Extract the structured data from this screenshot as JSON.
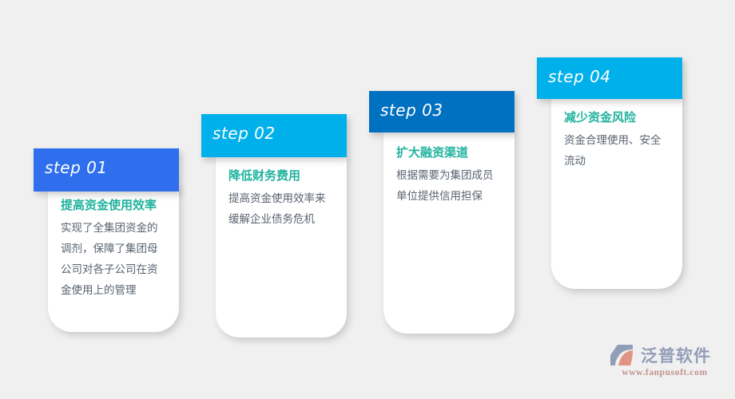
{
  "background_color": "#f0f0f0",
  "theme": {
    "title_color": "#20b39e",
    "body_color": "#5a6472",
    "card_color": "#ffffff"
  },
  "steps": [
    {
      "banner_label": "step 01",
      "banner_color": "#2f6fed",
      "title": "提高资金使用效率",
      "desc": "实现了全集团资金的调剂，保障了集团母公司对各子公司在资金使用上的管理"
    },
    {
      "banner_label": "step 02",
      "banner_color": "#00b0eb",
      "title": "降低财务费用",
      "desc": "提高资金使用效率来缓解企业债务危机"
    },
    {
      "banner_label": "step 03",
      "banner_color": "#0070c0",
      "title": "扩大融资渠道",
      "desc": "根据需要为集团成员单位提供信用担保"
    },
    {
      "banner_label": "step 04",
      "banner_color": "#00b0eb",
      "title": "减少资金风险",
      "desc": "资金合理使用、安全流动"
    }
  ],
  "watermark": {
    "name": "泛普软件",
    "url": "www.fanpusoft.com",
    "mark_color_primary": "#8b98b4",
    "mark_color_accent": "#e08d7a"
  }
}
